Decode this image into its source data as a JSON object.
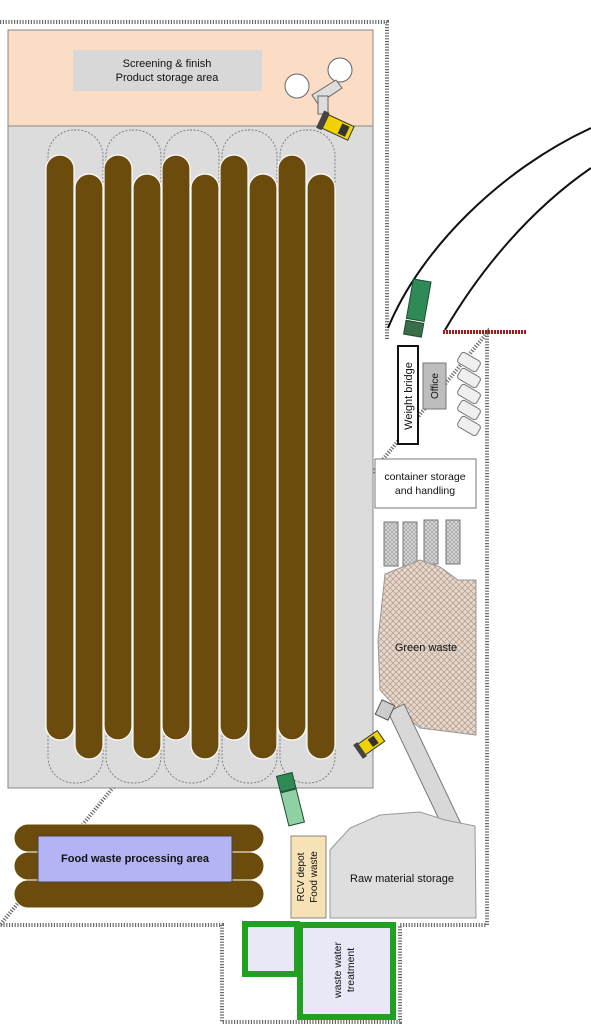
{
  "labels": {
    "screening_line1": "Screening & finish",
    "screening_line2": "Product storage area",
    "weight_bridge": "Weight bridge",
    "office": "Office",
    "container_line1": "container storage",
    "container_line2": "and handling",
    "green_waste": "Green waste",
    "food_waste_processing": "Food waste processing area",
    "rcv_line1": "RCV depot",
    "rcv_line2": "Food waste",
    "raw_material": "Raw material storage",
    "wastewater_line1": "waste water",
    "wastewater_line2": "treatment"
  },
  "colors": {
    "windrow": "#6b4c0c",
    "pad": "#dcdcdc",
    "screening_area": "#fbdcc4",
    "food_waste_area": "#b4b4f4",
    "rcv_depot": "#f6e2b4",
    "wastewater_frame": "#21a121",
    "truck_green": "#2e8b57",
    "loader_yellow": "#f2d200",
    "fence_red": "#a31a1a"
  }
}
